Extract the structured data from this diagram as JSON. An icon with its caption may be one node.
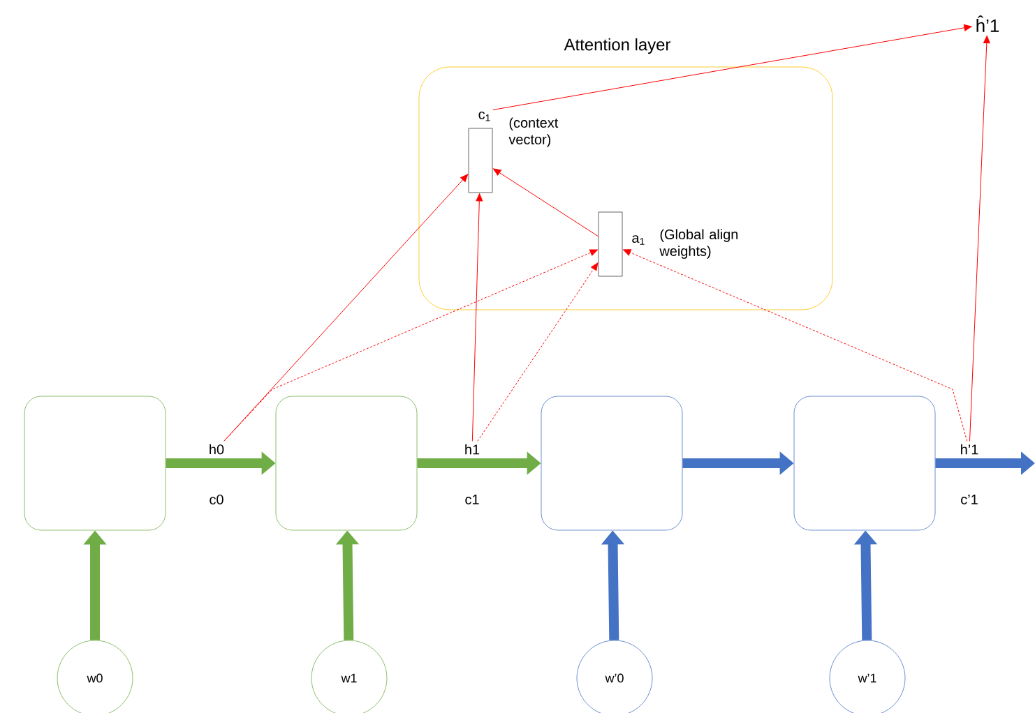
{
  "diagram": {
    "nodes": [
      {
        "text": [
          "Attention layer"
        ]
      },
      {
        "text": [
          "c$_{1}$"
        ],
        "beside": [
          "(context vector)"
        ],
        "in": 0
      },
      {
        "text": [
          "a$_{1}$"
        ],
        "beside": [
          "(Global align weights)"
        ],
        "in": 0
      },
      {
        "text": [
          "ĥ’1"
        ]
      },
      {
        "text": [],
        "shape": "box"
      },
      {
        "text": [],
        "shape": "box"
      },
      {
        "text": [],
        "shape": "box"
      },
      {
        "text": [],
        "shape": "box"
      },
      {
        "text": [
          "h0"
        ]
      },
      {
        "text": [
          "h1"
        ]
      },
      {
        "text": [
          "h’1"
        ]
      },
      {
        "text": [
          "w0"
        ]
      },
      {
        "text": [
          "w1"
        ]
      },
      {
        "text": [
          "w’0"
        ]
      },
      {
        "text": [
          "w’1"
        ]
      }
    ],
    "edges": [
      {
        "from": 4,
        "to": 5,
        "arrow": "to",
        "label": "c0",
        "style": "thick",
        "color": "#70ad47"
      },
      {
        "from": 5,
        "to": 6,
        "arrow": "to",
        "label": "c1",
        "style": "thick",
        "color": "#70ad47"
      },
      {
        "from": 6,
        "to": 7,
        "arrow": "to",
        "style": "thick",
        "color": "#4472c4"
      },
      {
        "from": 7,
        "to": null,
        "arrow": "to",
        "label": "c’1",
        "style": "thick",
        "color": "#4472c4"
      },
      {
        "from": 11,
        "to": 4,
        "arrow": "to",
        "style": "thick",
        "color": "#70ad47"
      },
      {
        "from": 12,
        "to": 5,
        "arrow": "to",
        "style": "thick",
        "color": "#70ad47"
      },
      {
        "from": 13,
        "to": 6,
        "arrow": "to",
        "style": "thick",
        "color": "#4472c4"
      },
      {
        "from": 14,
        "to": 7,
        "arrow": "to",
        "style": "thick",
        "color": "#4472c4"
      },
      {
        "from": 8,
        "to": 1,
        "arrow": "to",
        "color": "#ff0000"
      },
      {
        "from": 8,
        "to": 2,
        "arrow": "to",
        "style": "dashed",
        "color": "#ff0000"
      },
      {
        "from": 9,
        "to": 1,
        "arrow": "to",
        "color": "#ff0000"
      },
      {
        "from": 9,
        "to": 2,
        "arrow": "to",
        "style": "dashed",
        "color": "#ff0000"
      },
      {
        "from": 10,
        "to": 2,
        "arrow": "to",
        "style": "dashed",
        "color": "#ff0000"
      },
      {
        "from": 2,
        "to": 1,
        "arrow": "to",
        "color": "#ff0000"
      },
      {
        "from": 1,
        "to": 3,
        "arrow": "to",
        "color": "#ff0000"
      },
      {
        "from": 10,
        "to": 3,
        "arrow": "to",
        "color": "#ff0000"
      }
    ]
  }
}
